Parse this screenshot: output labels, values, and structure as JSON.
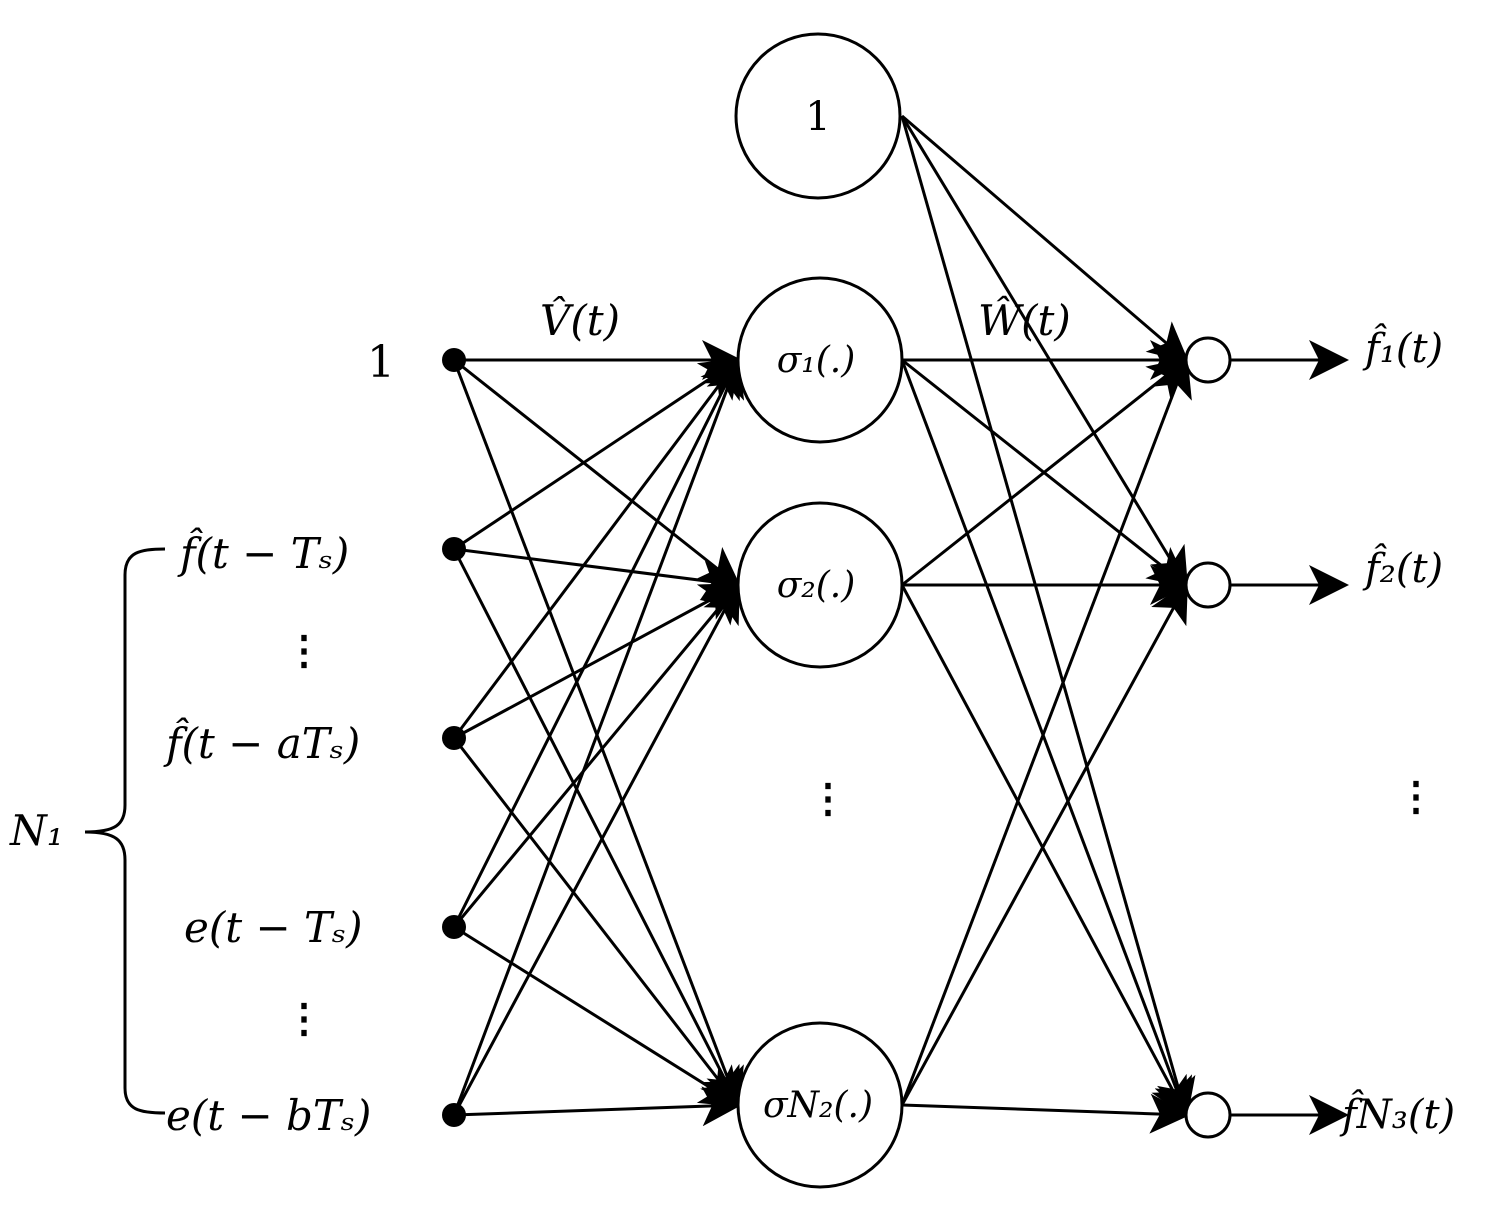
{
  "diagram": {
    "bias_node_label": "1",
    "input_bias_label": "1",
    "inputs": [
      {
        "label": "f̂(t − Tₛ)"
      },
      {
        "label": "⋮"
      },
      {
        "label": "f̂(t − aTₛ)"
      },
      {
        "label": "e(t − Tₛ)"
      },
      {
        "label": "⋮"
      },
      {
        "label": "e(t − bTₛ)"
      }
    ],
    "input_group_label": "N₁",
    "first_weight_label": "V̂(t)",
    "second_weight_label": "Ŵ(t)",
    "hidden_nodes": [
      {
        "label": "σ₁(.)"
      },
      {
        "label": "σ₂(.)"
      },
      {
        "label": "σN₂(.)"
      }
    ],
    "hidden_ellipsis": "⋮",
    "outputs": [
      {
        "label": "f̂₁(t)"
      },
      {
        "label": "f̂₂(t)"
      },
      {
        "label": "f̂N₃(t)"
      }
    ],
    "output_ellipsis": "⋮"
  }
}
